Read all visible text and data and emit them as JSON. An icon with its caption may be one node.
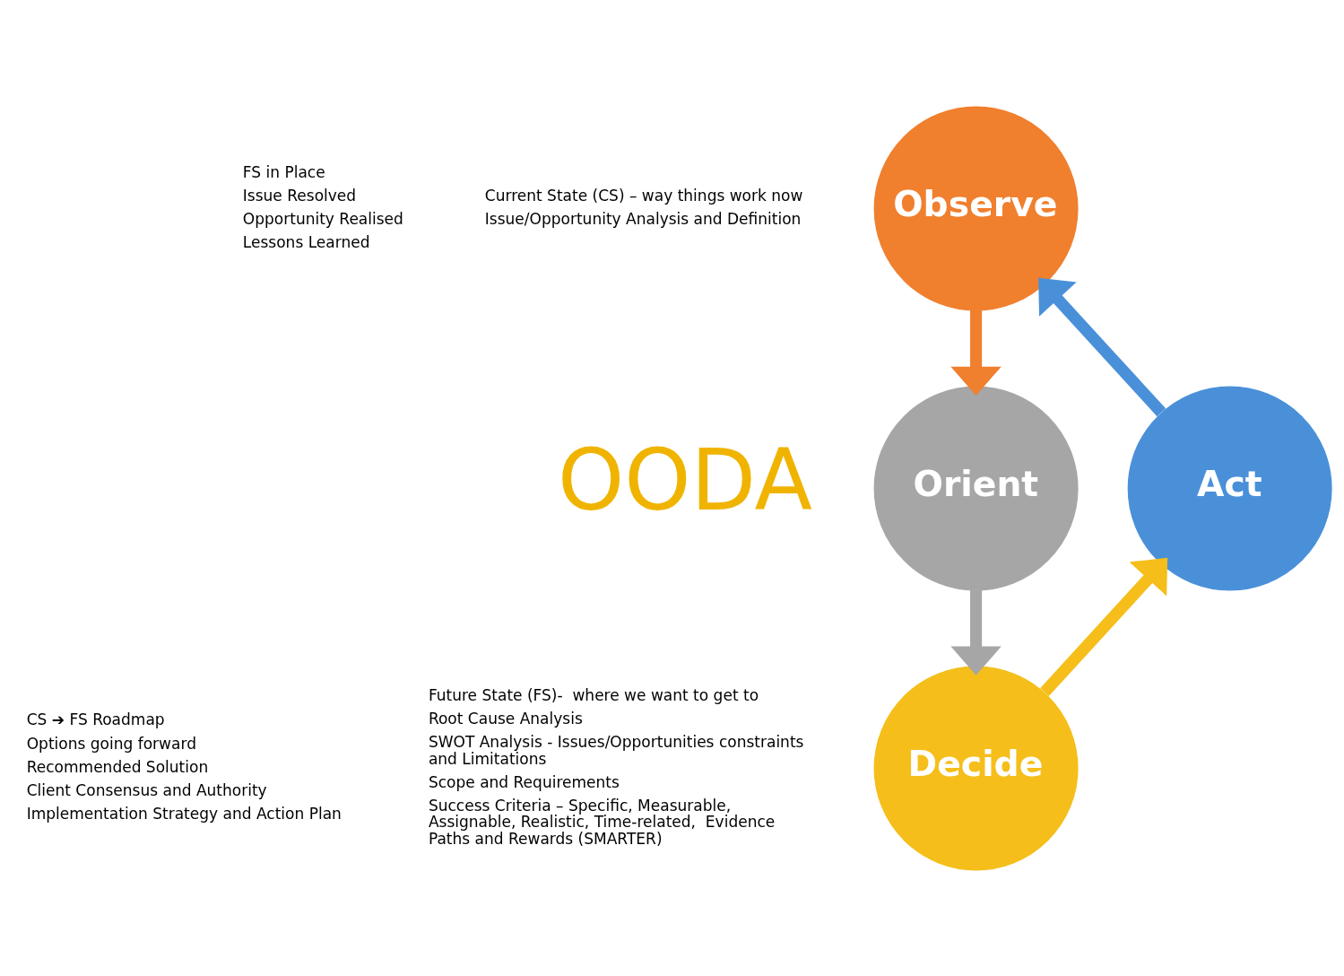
{
  "diagram": {
    "nodes": [
      {
        "text": [
          "Observe"
        ]
      },
      {
        "text": [
          "Act"
        ]
      },
      {
        "text": [
          "Orient"
        ]
      },
      {
        "text": [
          "Decide"
        ]
      }
    ],
    "edges": [
      {
        "from": 0,
        "to": 2,
        "arrow": "to",
        "color": "#f07f2e"
      },
      {
        "from": 2,
        "to": 3,
        "arrow": "to",
        "color": "#a6a6a6"
      },
      {
        "from": 3,
        "to": 1,
        "arrow": "to",
        "color": "#f5be1a"
      },
      {
        "from": 1,
        "to": 0,
        "arrow": "to",
        "color": "#4a90d9"
      }
    ],
    "labels": [
      "FS in Place",
      "Issue Resolved",
      "Opportunity Realised",
      "Lessons Learned",
      "Current State (CS) – way things work now",
      "Issue/Opportunity Analysis and Definition",
      "OODA",
      "CS ➔ FS Roadmap",
      "Options going forward",
      "Recommended Solution",
      "Client Consensus and Authority",
      "Implementation Strategy and Action Plan",
      "Future State (FS)-  where we want to get to",
      "Root Cause Analysis",
      "SWOT Analysis - Issues/Opportunities constraints and Limitations",
      "Scope and Requirements",
      "Success Criteria – Specific, Measurable, Assignable, Realistic, Time-related,  Evidence Paths and Rewards (SMARTER)"
    ]
  }
}
